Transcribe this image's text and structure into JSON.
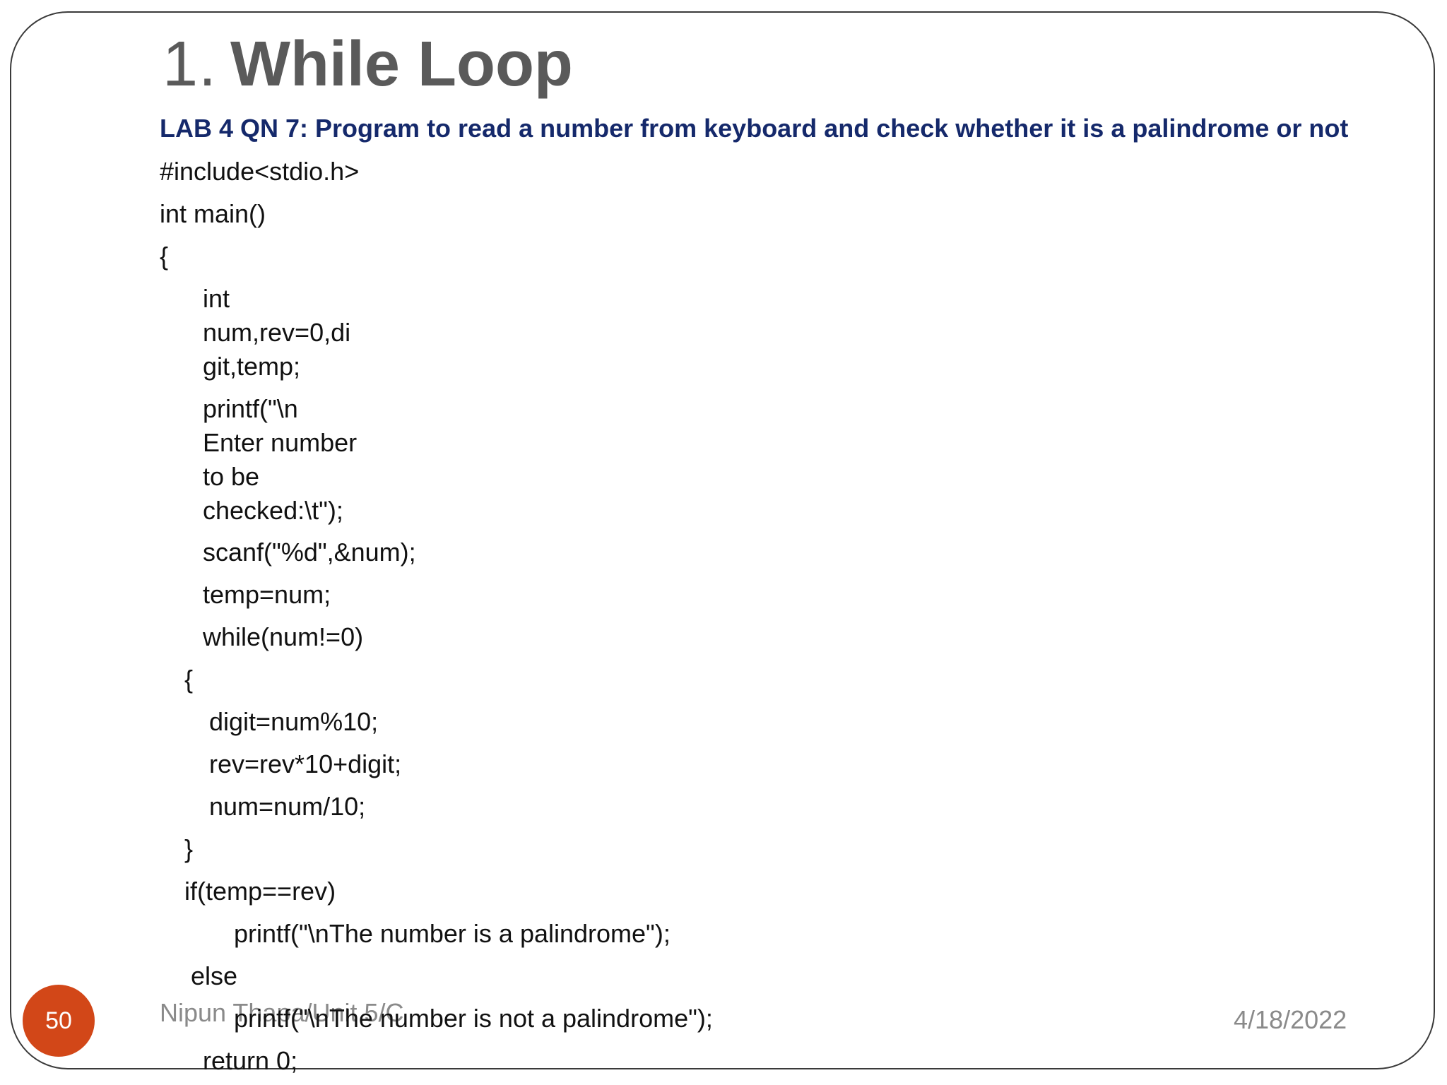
{
  "slide": {
    "title_number": "1.",
    "title_text": "While Loop",
    "subtitle": "LAB 4 QN 7: Program to read a number from keyboard and check whether it is a palindrome or not",
    "code": {
      "include": "#include<stdio.h>",
      "main": "int main()",
      "open_brace": "{",
      "decl_1": "int",
      "decl_2": "num,rev=0,di",
      "decl_3": "git,temp;",
      "printf_1": "printf(\"\\n",
      "printf_2": "Enter number",
      "printf_3": "to be",
      "printf_4": "checked:\\t\");",
      "scanf": "scanf(\"%d\",&num);",
      "temp_assign": "temp=num;",
      "while_stmt": "while(num!=0)",
      "loop_open": "{",
      "digit_stmt": "digit=num%10;",
      "rev_stmt": "rev=rev*10+digit;",
      "num_stmt": "num=num/10;",
      "loop_close": "}",
      "if_stmt": "if(temp==rev)",
      "printf_palin": "printf(\"\\nThe number is a palindrome\");",
      "else_stmt": "else",
      "printf_not_palin": "printf(\"\\nThe number is not a palindrome\");",
      "return_stmt": "return 0;"
    },
    "footer": {
      "author": "Nipun Thapa/Unit 5/C",
      "date": "4/18/2022",
      "page_number": "50"
    }
  }
}
